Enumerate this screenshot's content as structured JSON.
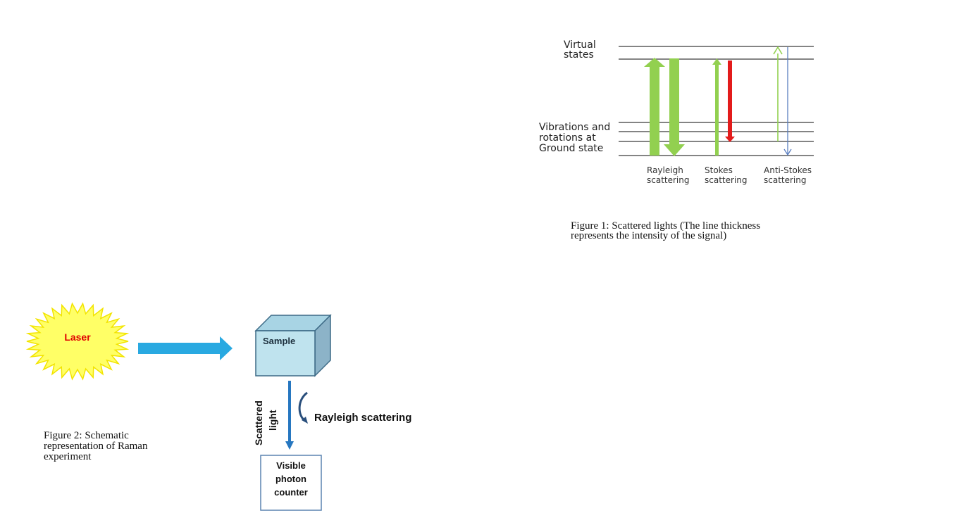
{
  "figure1": {
    "labels": {
      "virtual_line1": "Virtual",
      "virtual_line2": "states",
      "ground_line1": "Vibrations and",
      "ground_line2": "rotations at",
      "ground_line3": "Ground state",
      "rayleigh_line1": "Rayleigh",
      "rayleigh_line2": "scattering",
      "stokes_line1": "Stokes",
      "stokes_line2": "scattering",
      "antistokes_line1": "Anti-Stokes",
      "antistokes_line2": "scattering"
    },
    "caption_line1": "Figure 1: Scattered lights (The line thickness",
    "caption_line2": "represents the intensity of the signal)",
    "colors": {
      "green": "#92d050",
      "red": "#e31b1b",
      "blue": "#5b7fc0",
      "level": "#3a3a3a"
    }
  },
  "figure2": {
    "laser_label": "Laser",
    "sample_label": "Sample",
    "scattered_line1": "Scattered",
    "scattered_line2": "light",
    "rayleigh_label": "Rayleigh scattering",
    "counter_line1": "Visible",
    "counter_line2": "photon",
    "counter_line3": "counter",
    "caption_line1": "Figure 2: Schematic",
    "caption_line2": "representation of Raman",
    "caption_line3": "experiment",
    "colors": {
      "laser_fill": "#ffff66",
      "laser_text": "#e00000",
      "arrow": "#29a9e1",
      "cube_front": "#bfe3ee",
      "cube_top": "#a8d4e4",
      "cube_side": "#8cb3c8",
      "cube_stroke": "#3d6a86",
      "scatter_arrow": "#2677c0",
      "counter_stroke": "#5b84b1"
    }
  }
}
